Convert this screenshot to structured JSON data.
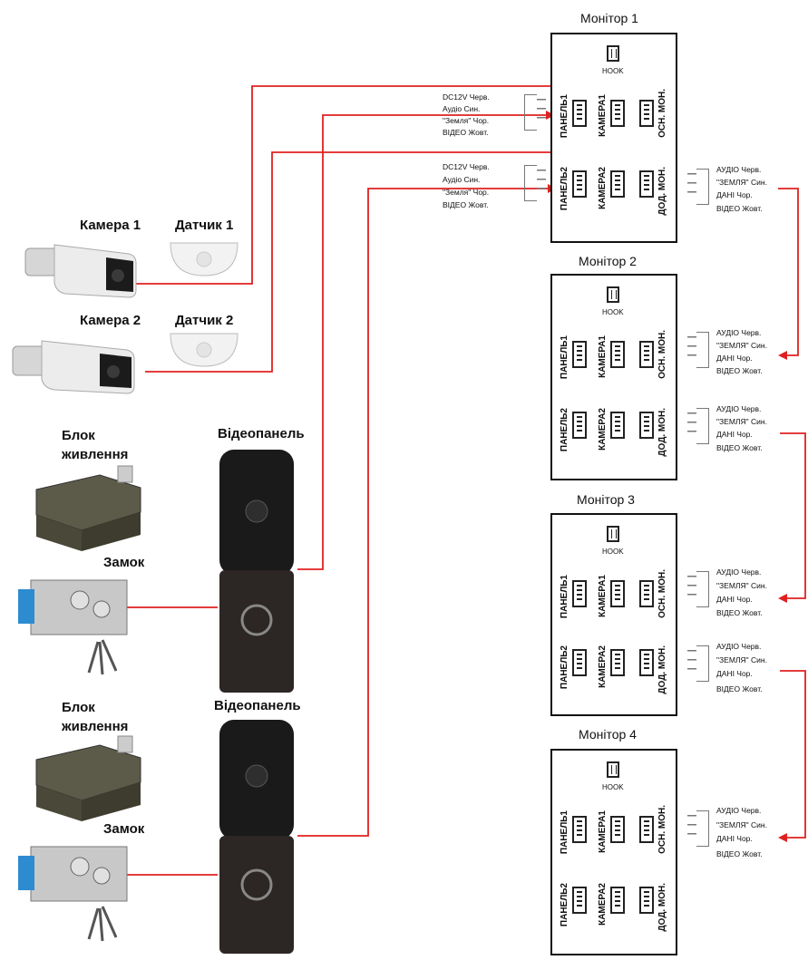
{
  "monitors": [
    {
      "title": "Монітор 1"
    },
    {
      "title": "Монітор 2"
    },
    {
      "title": "Монітор 3"
    },
    {
      "title": "Монітор 4"
    }
  ],
  "monitor_labels": {
    "hook": "HOOK",
    "panel1": "ПАНЕЛЬ1",
    "camera1": "КАМЕРА1",
    "main_mon": "ОСН. МОН.",
    "panel2": "ПАНЕЛЬ2",
    "camera2": "КАМЕРА2",
    "extra_mon": "ДОД. МОН."
  },
  "wire_labels_input": {
    "dc": "DC12V Черв.",
    "audio": "Аудіо Син.",
    "ground": "\"Земля\" Чор.",
    "video": "ВІДЕО Жовт."
  },
  "wire_labels_bus": {
    "audio": "АУДІО Черв.",
    "ground": "\"ЗЕМЛЯ\" Син.",
    "data": "ДАНІ Чор.",
    "video": "ВІДЕО Жовт."
  },
  "devices": {
    "camera1": "Камера 1",
    "sensor1": "Датчик 1",
    "camera2": "Камера 2",
    "sensor2": "Датчик 2",
    "psu": "Блок\nживлення",
    "lock": "Замок",
    "panel": "Відеопанель"
  },
  "colors": {
    "wire": "#e02020",
    "outline": "#111111"
  }
}
